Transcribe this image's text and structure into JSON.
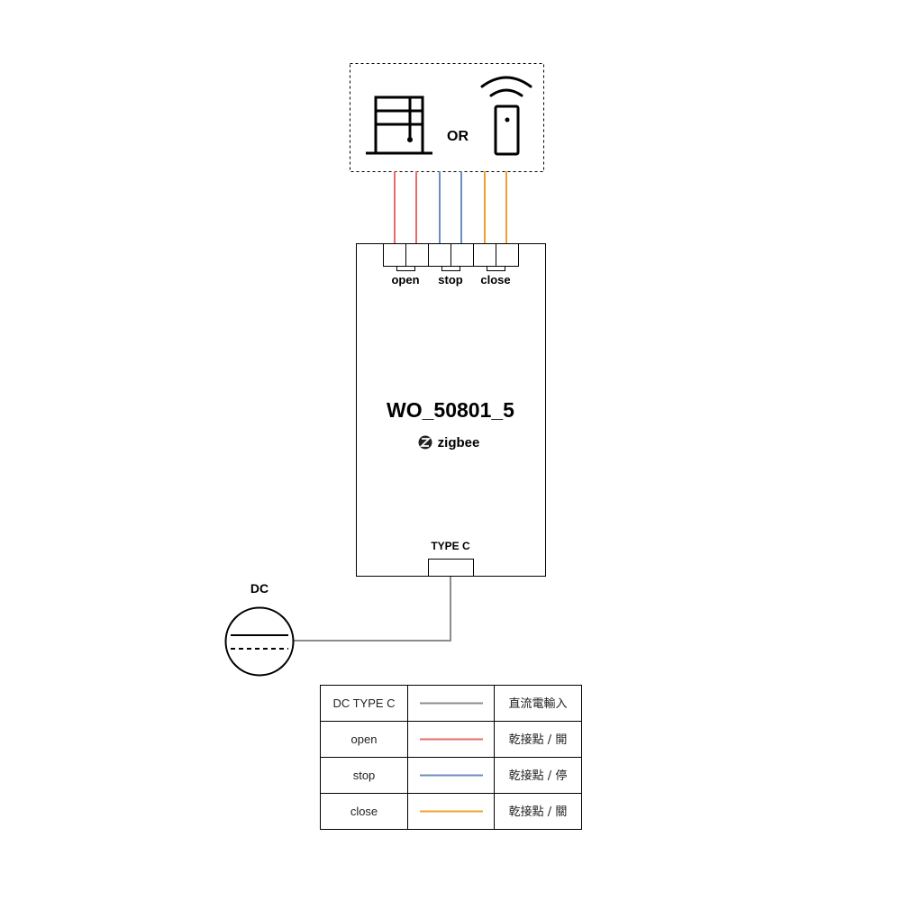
{
  "colors": {
    "open": "#ea6b66",
    "stop": "#6c8ebf",
    "close": "#f0a030",
    "dc": "#8c8c8c",
    "stroke": "#000000"
  },
  "top_box": {
    "or_label": "OR",
    "left_icon": "window-grid-icon",
    "right_icon": "wireless-remote-icon"
  },
  "device": {
    "name": "WO_50801_5",
    "brand": "zigbee",
    "brand_icon": "zigbee-logo-icon",
    "terminals": [
      {
        "label": "open",
        "color_key": "open"
      },
      {
        "label": "stop",
        "color_key": "stop"
      },
      {
        "label": "close",
        "color_key": "close"
      }
    ],
    "port_label": "TYPE C"
  },
  "dc_source": {
    "label": "DC",
    "icon": "dc-source-icon"
  },
  "legend": {
    "rows": [
      {
        "name": "DC TYPE C",
        "color_key": "dc",
        "desc": "直流電輸入"
      },
      {
        "name": "open",
        "color_key": "open",
        "desc": "乾接點 / 開"
      },
      {
        "name": "stop",
        "color_key": "stop",
        "desc": "乾接點 / 停"
      },
      {
        "name": "close",
        "color_key": "close",
        "desc": "乾接點 / 關"
      }
    ]
  }
}
